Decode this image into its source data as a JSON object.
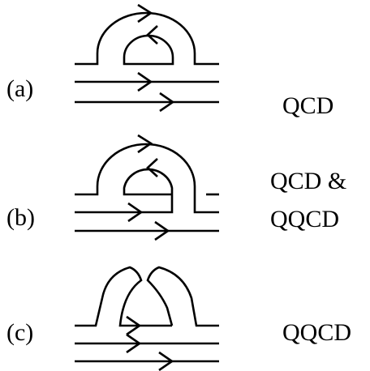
{
  "panels": [
    {
      "id": "a",
      "label": "(a)",
      "theories": [
        "QCD"
      ]
    },
    {
      "id": "b",
      "label": "(b)",
      "theories": [
        "QCD &",
        "QQCD"
      ]
    },
    {
      "id": "c",
      "label": "(c)",
      "theories": [
        "QQCD"
      ]
    }
  ],
  "colors": {
    "ink": "#000000",
    "background": "#ffffff"
  }
}
